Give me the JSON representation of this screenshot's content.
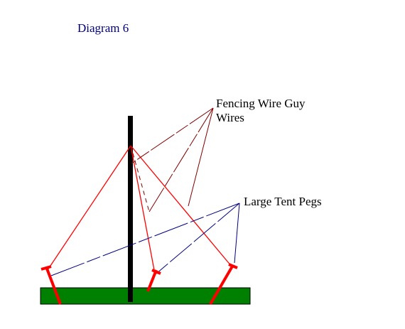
{
  "diagram": {
    "title": "Diagram 6",
    "labels": {
      "guy_wires": "Fencing Wire Guy Wires",
      "tent_pegs": "Large Tent Pegs"
    },
    "colors": {
      "pole": "#000000",
      "guy_wire": "#ff0000",
      "peg": "#ff0000",
      "ground": "#008000",
      "leader_guy": "#800000",
      "leader_peg": "#000080"
    }
  }
}
